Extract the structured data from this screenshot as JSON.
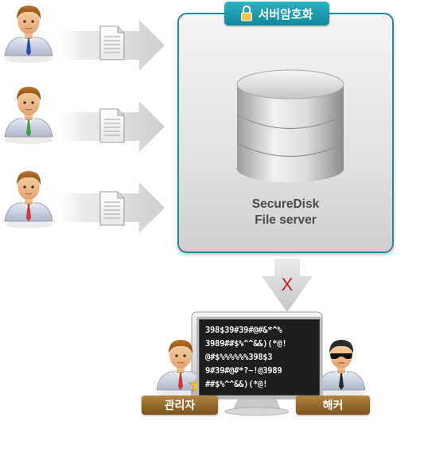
{
  "server": {
    "tag_label": "서버암호화",
    "product_name": "SecureDisk",
    "product_type": "File server"
  },
  "blocked_mark": "X",
  "screen_code": [
    "398$39#39#@#&*^%",
    "3989##$%^^&&)(*@!",
    "@#$%%%%%%398$3",
    "9#39#@#*?~!@3989",
    "##$%^^&&)(*@!"
  ],
  "roles": {
    "admin": "관리자",
    "hacker": "해커"
  },
  "colors": {
    "panel_border": "#1e8c9e",
    "tag_fill": "#1a9bad",
    "blocked": "#d21818",
    "label_fill": "#8e6428"
  },
  "icons": {
    "users": [
      "user-icon",
      "user-icon",
      "user-icon"
    ],
    "documents": [
      "document-icon",
      "document-icon",
      "document-icon"
    ],
    "server": "database-icon",
    "lock": "lock-icon",
    "admin_badge": "star-icon"
  }
}
